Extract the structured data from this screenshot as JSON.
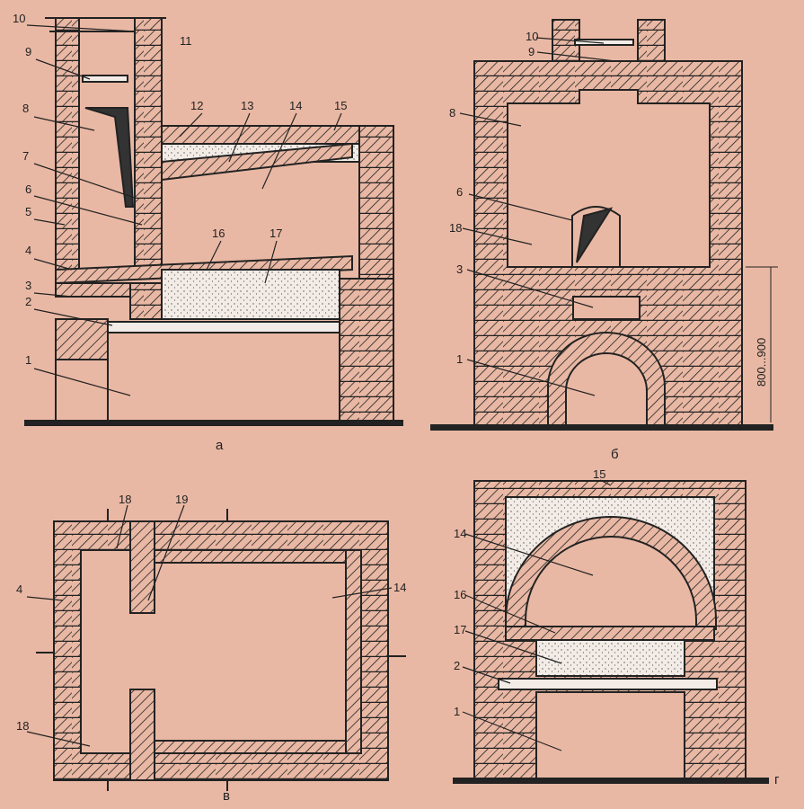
{
  "colors": {
    "background": "#e9b8a4",
    "ink": "#222222",
    "fill": "#f3ece6"
  },
  "panels": {
    "a": {
      "caption": "а",
      "labels": [
        "1",
        "2",
        "3",
        "4",
        "5",
        "6",
        "7",
        "8",
        "9",
        "10",
        "11",
        "12",
        "13",
        "14",
        "15",
        "16",
        "17"
      ]
    },
    "b": {
      "caption": "б",
      "labels": [
        "1",
        "3",
        "6",
        "8",
        "9",
        "10",
        "18"
      ],
      "dimension": "800...900"
    },
    "v": {
      "caption": "в",
      "labels": [
        "4",
        "14",
        "18",
        "19",
        "18"
      ]
    },
    "g": {
      "caption": "г",
      "labels": [
        "1",
        "2",
        "14",
        "15",
        "16",
        "17"
      ]
    }
  }
}
